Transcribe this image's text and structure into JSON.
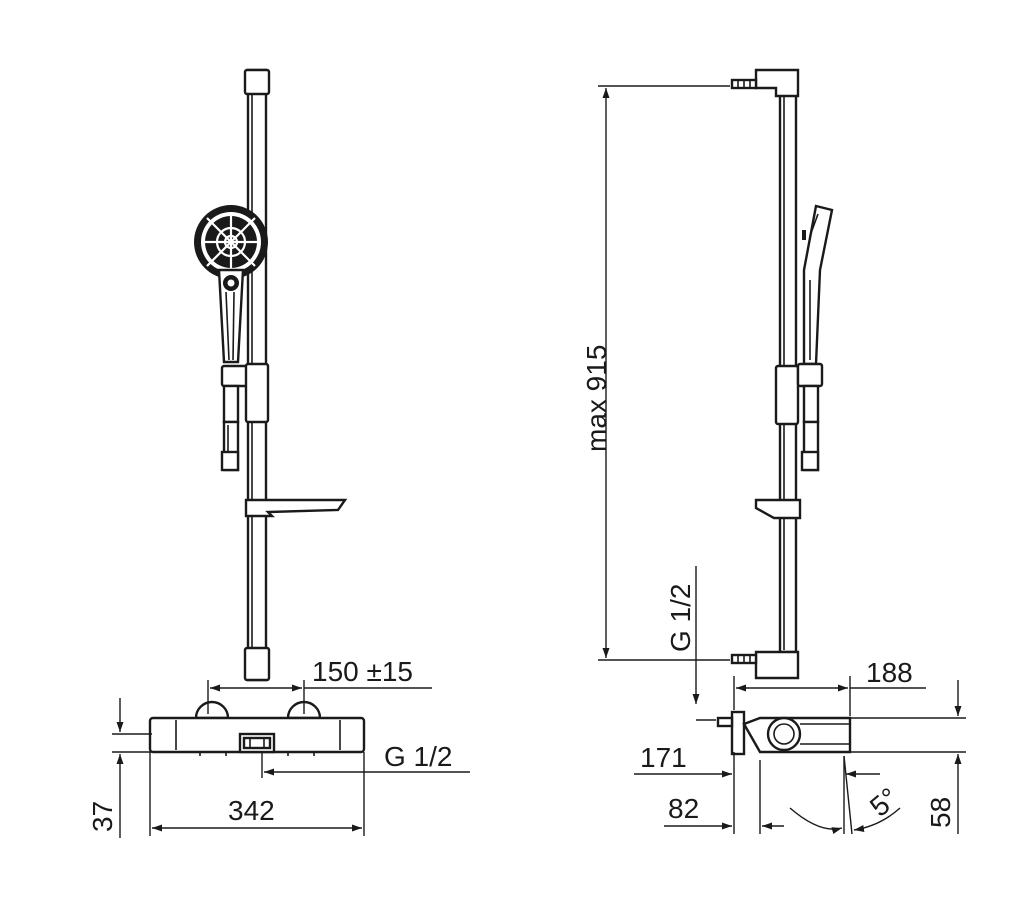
{
  "dimensions": {
    "hand_shower_offset": "150 ±15",
    "thread_front": "G 1/2",
    "mixer_height": "37",
    "mixer_width": "342",
    "rail_height": "max 915",
    "thread_side": "G 1/2",
    "mixer_projection_top": "188",
    "inlet_to_spout": "171",
    "wall_to_body": "82",
    "tilt_angle": "5°",
    "outlet_height": "58"
  }
}
